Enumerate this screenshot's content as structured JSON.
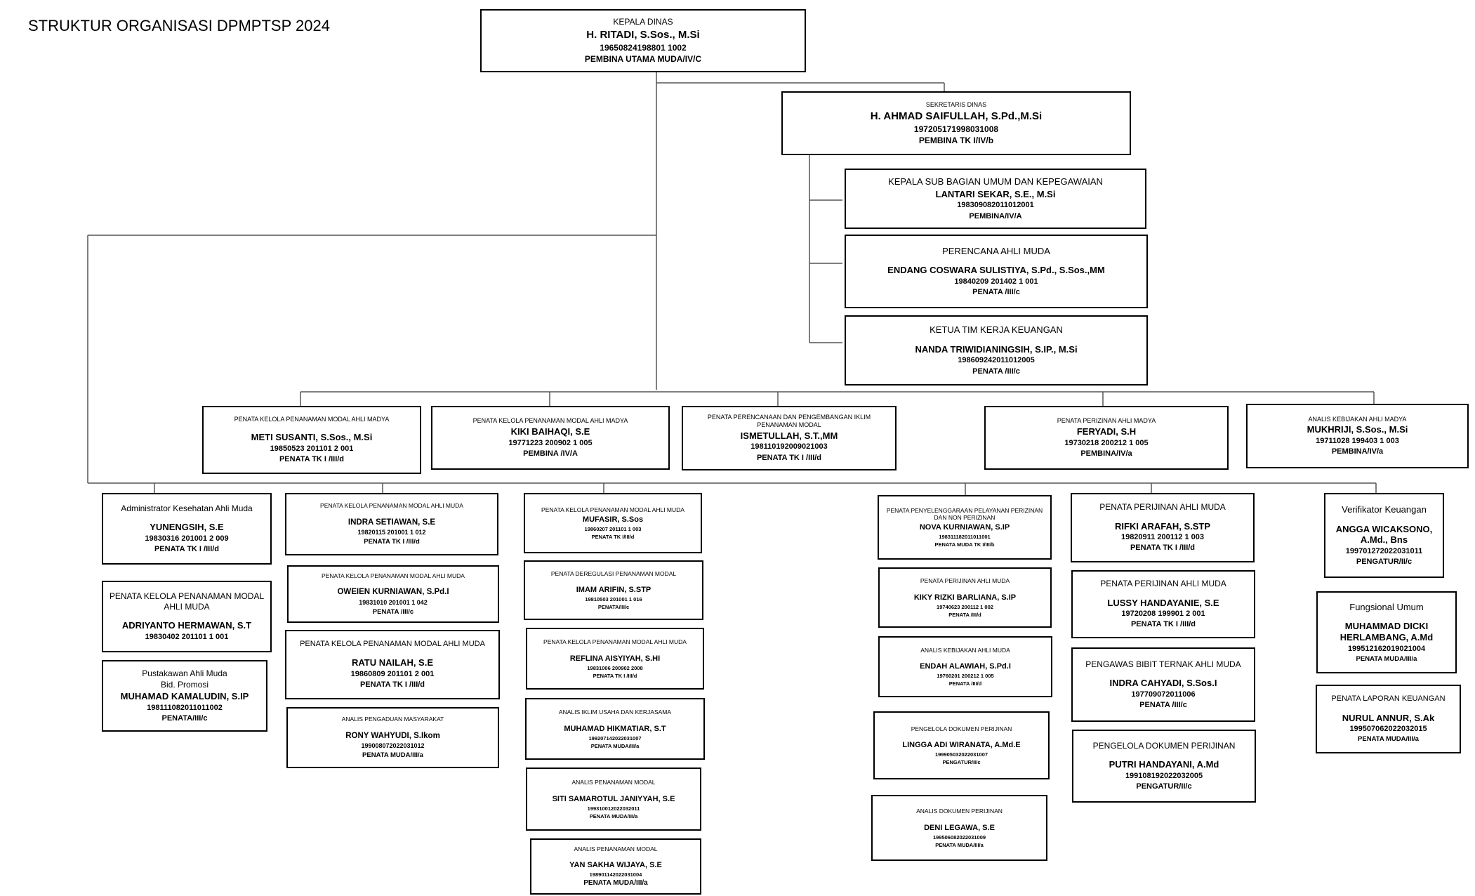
{
  "title": "STRUKTUR ORGANISASI DPMPTSP 2024",
  "units": {
    "kepala": {
      "position": "KEPALA DINAS",
      "name": "H. RITADI, S.Sos., M.Si",
      "nip": "19650824198801 1002",
      "rank": "PEMBINA UTAMA MUDA/IV/C"
    },
    "sekretaris": {
      "position": "SEKRETARIS DINAS",
      "name": "H. AHMAD SAIFULLAH, S.Pd.,M.Si",
      "nip": "197205171998031008",
      "rank": "PEMBINA TK I/IV/b"
    },
    "kasubag": {
      "position": "KEPALA SUB BAGIAN  UMUM DAN KEPEGAWAIAN",
      "name": "LANTARI SEKAR, S.E., M.Si",
      "nip": "198309082011012001",
      "rank": "PEMBINA/IV/A"
    },
    "perencana": {
      "position": "PERENCANA AHLI MUDA",
      "name": "ENDANG COSWARA SULISTIYA, S.Pd., S.Sos.,MM",
      "nip": "19840209 201402 1 001",
      "rank": "PENATA /III/c"
    },
    "ketua_keuangan": {
      "position": "KETUA TIM KERJA KEUANGAN",
      "name": "NANDA TRIWIDIANINGSIH, S.IP., M.Si",
      "nip": "198609242011012005",
      "rank": "PENATA /III/c"
    },
    "madya1": {
      "position": "PENATA KELOLA PENANAMAN MODAL AHLI MADYA",
      "name": "METI SUSANTI, S.Sos., M.Si",
      "nip": "19850523 201101 2 001",
      "rank": "PENATA TK I /III/d"
    },
    "madya2": {
      "position": "PENATA KELOLA PENANAMAN MODAL AHLI MADYA",
      "name": "KIKI BAIHAQI, S.E",
      "nip": "19771223 200902 1 005",
      "rank": "PEMBINA /IV/A"
    },
    "madya3": {
      "position": "PENATA PERENCANAAN DAN PENGEMBANGAN IKLIM PENANAMAN MODAL",
      "name": "ISMETULLAH, S.T.,MM",
      "nip": "198110192009021003",
      "rank": "PENATA TK I /III/d"
    },
    "madya4": {
      "position": "PENATA PERIZINAN AHLI MADYA",
      "name": "FERYADI, S.H",
      "nip": "19730218 200212 1 005",
      "rank": "PEMBINA/IV/a"
    },
    "madya5": {
      "position": "ANALIS KEBIJAKAN AHLI MADYA",
      "name": "MUKHRIJI, S.Sos., M.Si",
      "nip": "19711028 199403 1 003",
      "rank": "PEMBINA/IV/a"
    },
    "c1a": {
      "position": "Administrator Kesehatan Ahli Muda",
      "name": "YUNENGSIH, S.E",
      "nip": "19830316 201001 2 009",
      "rank": "PENATA TK I /III/d"
    },
    "c1b": {
      "position": "PENATA KELOLA PENANAMAN MODAL AHLI MUDA",
      "name": "ADRIYANTO HERMAWAN, S.T",
      "nip": "19830402 201101 1 001",
      "rank": ""
    },
    "c1c": {
      "position": "Pustakawan Ahli Muda",
      "position2": "Bid. Promosi",
      "name": "MUHAMAD KAMALUDIN, S.IP",
      "nip": "198111082011011002",
      "rank": "PENATA/III/c"
    },
    "c2a": {
      "position": "PENATA KELOLA PENANAMAN MODAL AHLI MUDA",
      "name": "INDRA SETIAWAN, S.E",
      "nip": "19820115 201001 1 012",
      "rank": "PENATA TK I /III/d"
    },
    "c2b": {
      "position": "PENATA KELOLA PENANAMAN MODAL AHLI MUDA",
      "name": "OWEIEN KURNIAWAN, S.Pd.I",
      "nip": "19831010 201001 1 042",
      "rank": "PENATA /III/c"
    },
    "c2c": {
      "position": "PENATA KELOLA PENANAMAN MODAL AHLI MUDA",
      "name": "RATU NAILAH, S.E",
      "nip": "19860809 201101 2 001",
      "rank": "PENATA TK I /III/d"
    },
    "c2d": {
      "position": "ANALIS PENGADUAN MASYARAKAT",
      "name": "RONY WAHYUDI, S.Ikom",
      "nip": "199008072022031012",
      "rank": "PENATA MUDA/III/a"
    },
    "c3a": {
      "position": "PENATA KELOLA PENANAMAN MODAL AHLI MUDA",
      "name": "MUFASIR, S.Sos",
      "nip": "19860207 201101 1 003",
      "rank": "PENATA TK I/III/d"
    },
    "c3b": {
      "position": "PENATA  DEREGULASI PENANAMAN MODAL",
      "name": "IMAM ARIFIN, S.STP",
      "nip": "19810503 201001 1 016",
      "rank": "PENATA/III/c"
    },
    "c3c": {
      "position": "PENATA KELOLA PENANAMAN MODAL AHLI MUDA",
      "name": "REFLINA AISYIYAH, S.HI",
      "nip": "19831006 200902 2008",
      "rank": "PENATA TK I /III/d"
    },
    "c3d": {
      "position": "ANALIS IKLIM USAHA DAN KERJASAMA",
      "name": "MUHAMAD HIKMATIAR, S.T",
      "nip": "199207142022031007",
      "rank": "PENATA MUDA/III/a"
    },
    "c3e": {
      "position": "ANALIS PENANAMAN MODAL",
      "name": "SITI SAMAROTUL JANIYYAH, S.E",
      "nip": "199310012022032011",
      "rank": "PENATA MUDA/III/a"
    },
    "c3f": {
      "position": "ANALIS PENANAMAN MODAL",
      "name": "YAN SAKHA WIJAYA, S.E",
      "nip": "198901142022031004",
      "rank": "PENATA MUDA/III/a"
    },
    "c4a": {
      "position": "PENATA PENYELENGGARAAN PELAYANAN PERIZINAN DAN NON PERIZINAN",
      "name": "NOVA KURNIAWAN, S.IP",
      "nip": "198311182011011001",
      "rank": "PENATA MUDA TK I/III/b"
    },
    "c4b": {
      "position": "PENATA PERIJINAN AHLI MUDA",
      "name": "KIKY RIZKI BARLIANA, S.IP",
      "nip": "19740623 200112 1 002",
      "rank": "PENATA /III/d"
    },
    "c4c": {
      "position": "ANALIS KEBIJAKAN AHLI MUDA",
      "name": "ENDAH ALAWIAH, S.Pd.I",
      "nip": "19760201 200212 1 005",
      "rank": "PENATA /III/d"
    },
    "c4d": {
      "position": "PENGELOLA DOKUMEN PERIJINAN",
      "name": "LINGGA ADI WIRANATA, A.Md.E",
      "nip": "199905032022031007",
      "rank": "PENGATUR/II/c"
    },
    "c4e": {
      "position": "ANALIS DOKUMEN PERIJINAN",
      "name": "DENI LEGAWA, S.E",
      "nip": "199506082022031009",
      "rank": "PENATA MUDA/III/a"
    },
    "c5a": {
      "position": "PENATA PERIJINAN AHLI MUDA",
      "name": "RIFKI ARAFAH, S.STP",
      "nip": "19820911 200112 1 003",
      "rank": "PENATA TK I /III/d"
    },
    "c5b": {
      "position": "PENATA PERIJINAN AHLI MUDA",
      "name": "LUSSY HANDAYANIE, S.E",
      "nip": "19720208 199901 2 001",
      "rank": "PENATA TK I /III/d"
    },
    "c5c": {
      "position": "PENGAWAS BIBIT TERNAK AHLI MUDA",
      "name": "INDRA CAHYADI, S.Sos.I",
      "nip": "197709072011006",
      "rank": "PENATA /III/c"
    },
    "c5d": {
      "position": "PENGELOLA DOKUMEN PERIJINAN",
      "name": "PUTRI HANDAYANI, A.Md",
      "nip": "199108192022032005",
      "rank": "PENGATUR/II/c"
    },
    "c6a": {
      "position": "Verifikator Keuangan",
      "name": "ANGGA WICAKSONO, A.Md., Bns",
      "nip": "199701272022031011",
      "rank": "PENGATUR/II/c"
    },
    "c6b": {
      "position": "Fungsional Umum",
      "name": "MUHAMMAD DICKI HERLAMBANG, A.Md",
      "nip": "199512162019021004",
      "rank": "PENATA MUDA/III/a"
    },
    "c6c": {
      "position": "PENATA LAPORAN KEUANGAN",
      "name": "NURUL ANNUR, S.Ak",
      "nip": "199507062022032015",
      "rank": "PENATA MUDA/III/a"
    }
  }
}
